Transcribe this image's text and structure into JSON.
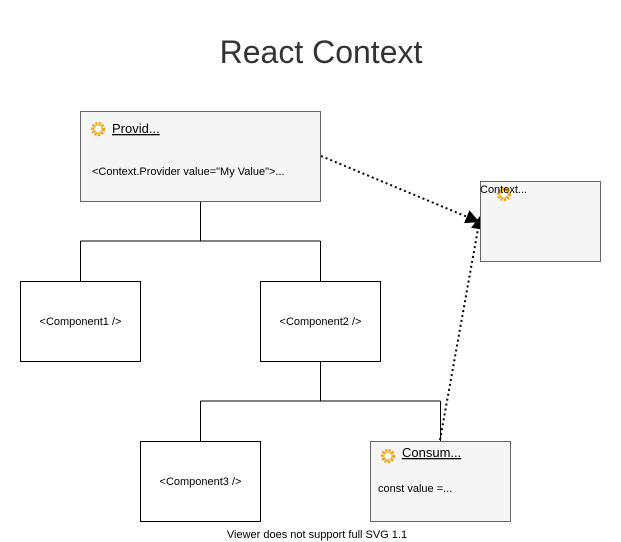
{
  "title": "React Context",
  "provider": {
    "name": "Provid...",
    "code": "<Context.Provider value=\"My Value\">..."
  },
  "context": {
    "name": "Context..."
  },
  "consumer": {
    "name": "Consum...",
    "code": "const value =..."
  },
  "components": {
    "c1": "<Component1 />",
    "c2": "<Component2 />",
    "c3": "<Component3 />"
  },
  "footer": "Viewer does not support full SVG 1.1",
  "colors": {
    "box_fill": "#f5f5f5",
    "box_stroke": "#666666",
    "line": "#000000",
    "gear": "#f0a30a"
  }
}
